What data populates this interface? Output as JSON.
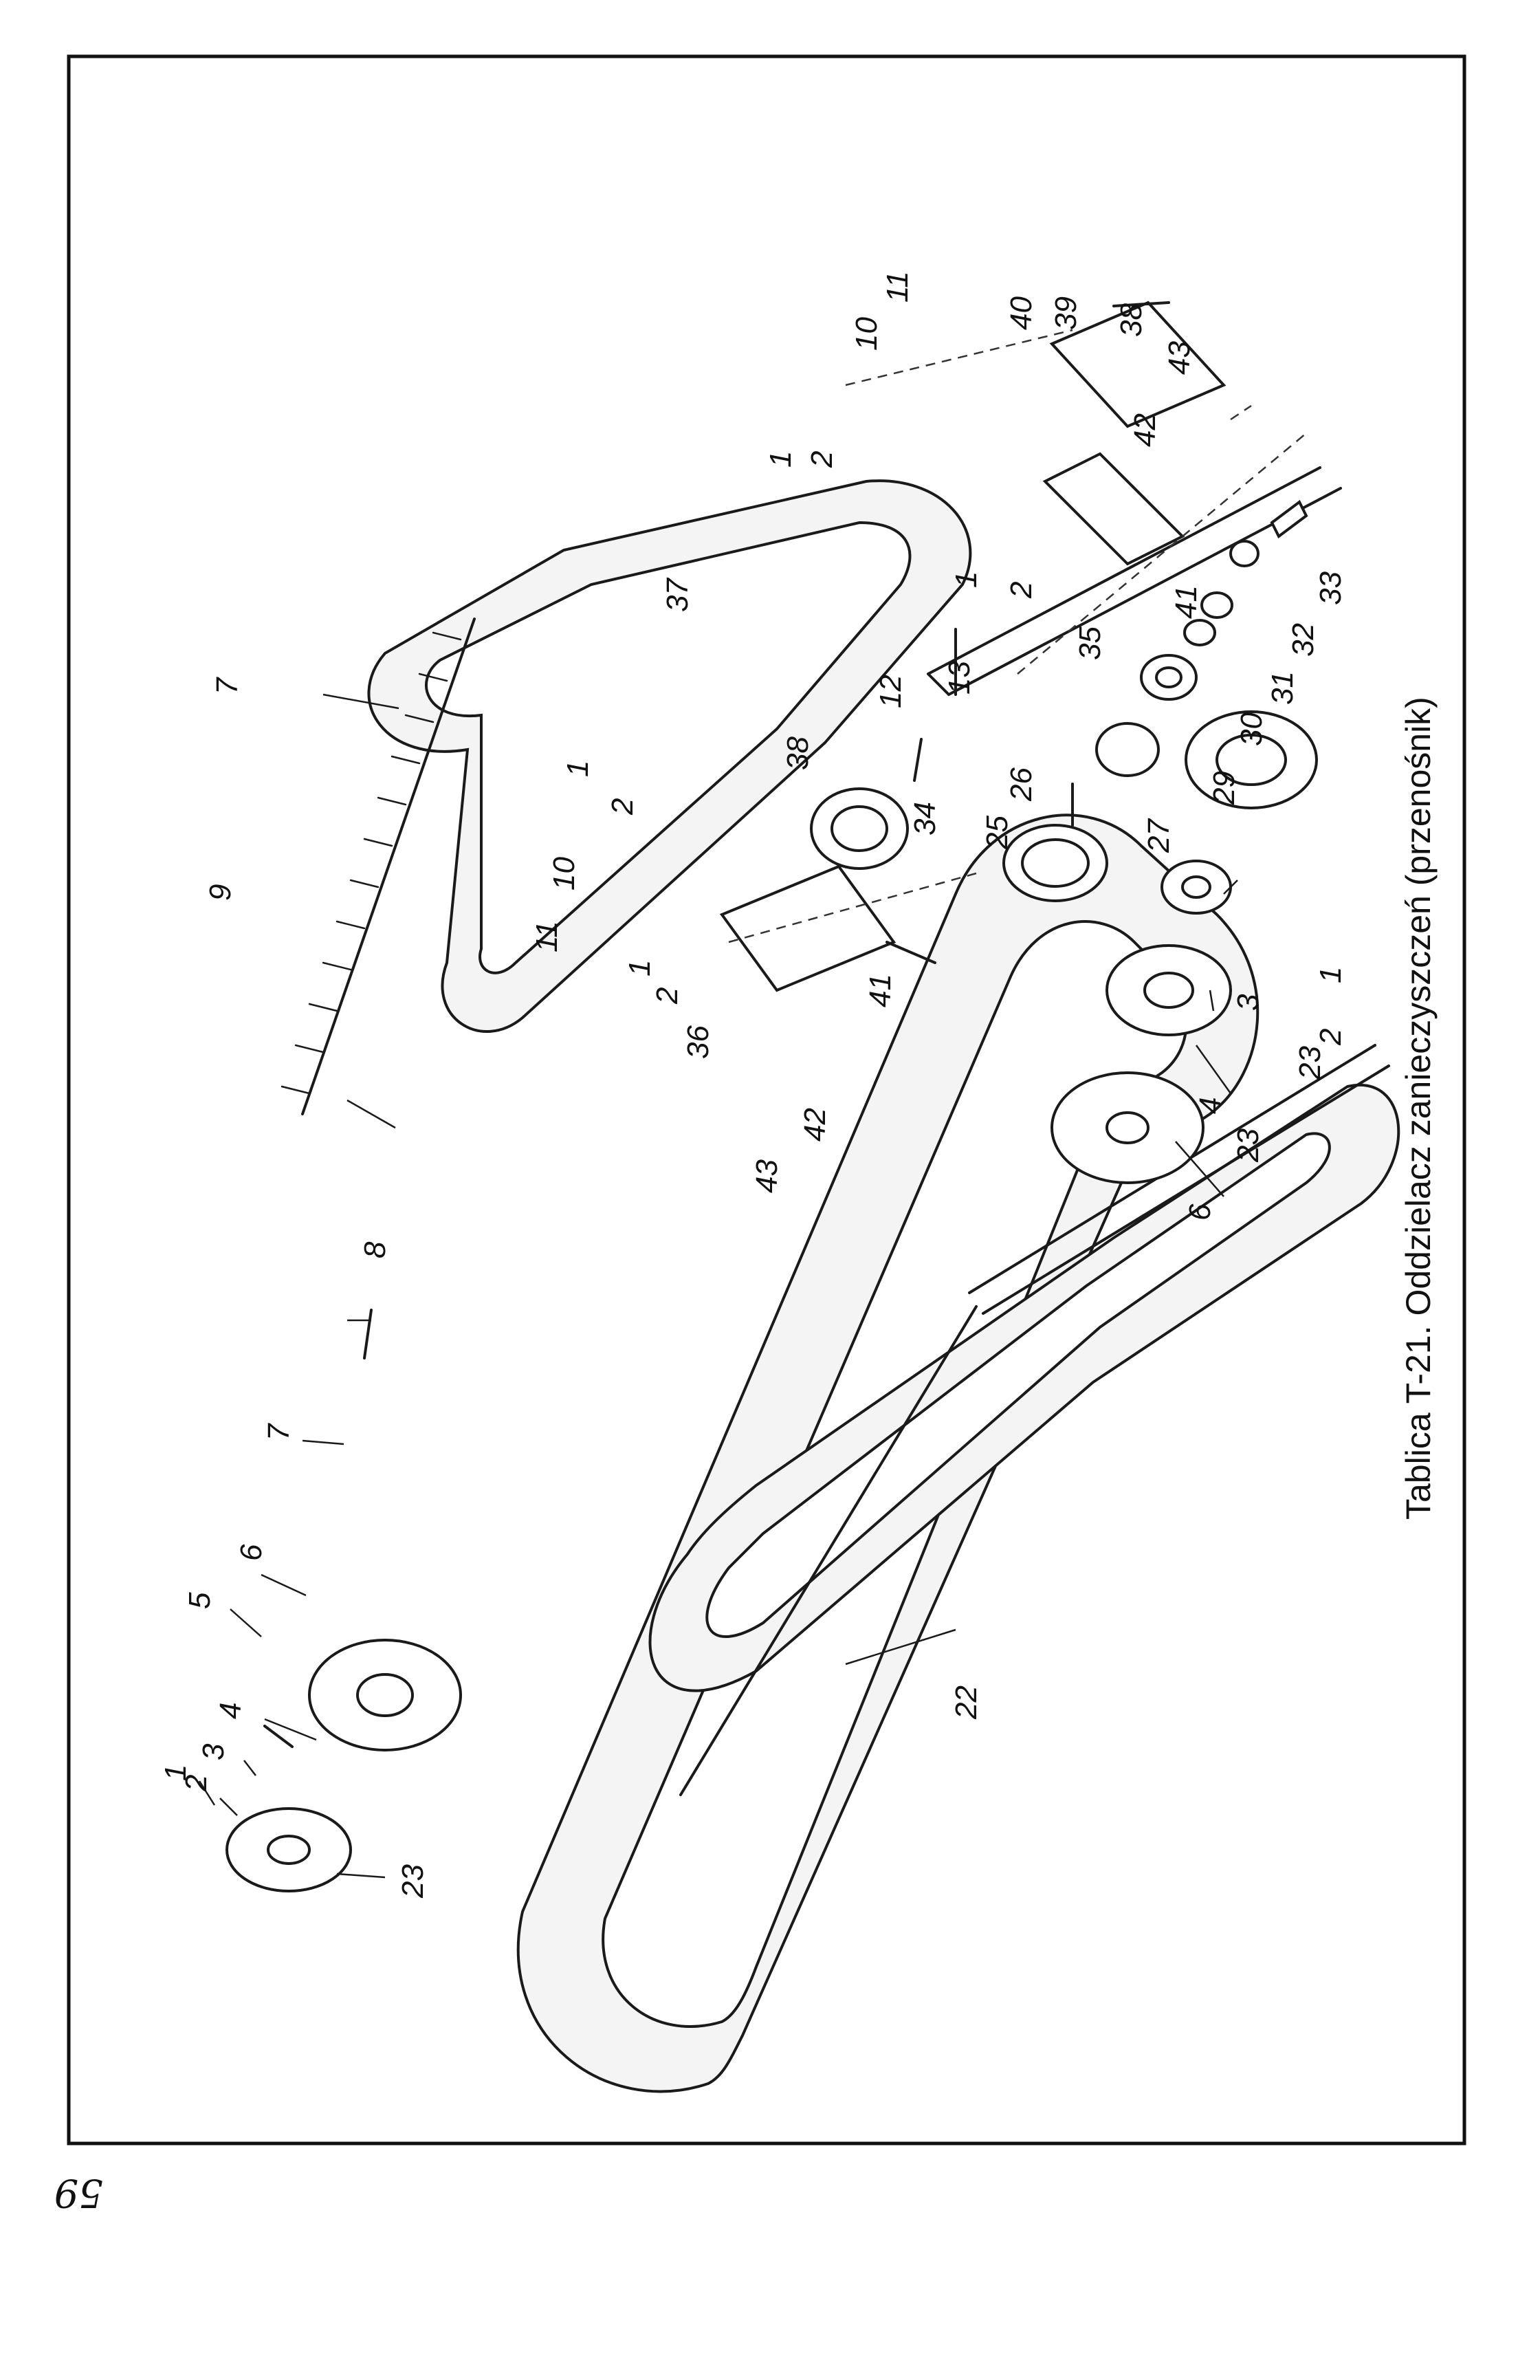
{
  "figure": {
    "caption": "Tablica T-21. Oddzielacz zanieczyszczeń (przenośnik)",
    "page_number": "59"
  },
  "part_labels": {
    "p1a": "1",
    "p2a": "2",
    "p3a": "3",
    "p4a": "4",
    "p5a": "5",
    "p6a": "6",
    "p23a": "23",
    "p7a": "7",
    "p7b": "7",
    "p8": "8",
    "p9": "9",
    "p22": "22",
    "p6b": "6",
    "p4b": "4",
    "p23b": "23",
    "p3b": "3",
    "p23c": "23",
    "p2b": "2",
    "p1b": "1",
    "p42a": "42",
    "p43a": "43",
    "p36": "36",
    "p41a": "41",
    "p2c": "2",
    "p1c": "1",
    "p11a": "11",
    "p10a": "10",
    "p2d": "2",
    "p1d": "1",
    "p38a": "38",
    "p37": "37",
    "p34": "34",
    "p25": "25",
    "p26": "26",
    "p27": "27",
    "p29": "29",
    "p30": "30",
    "p31": "31",
    "p32": "32",
    "p33": "33",
    "p12": "12",
    "p13": "13",
    "p35": "35",
    "p41b": "41",
    "p2e": "2",
    "p1e": "1",
    "p42b": "42",
    "p43b": "43",
    "p38b": "38",
    "p39": "39",
    "p40": "40",
    "p10b": "10",
    "p11b": "11",
    "p2f": "2",
    "p1f": "1"
  }
}
